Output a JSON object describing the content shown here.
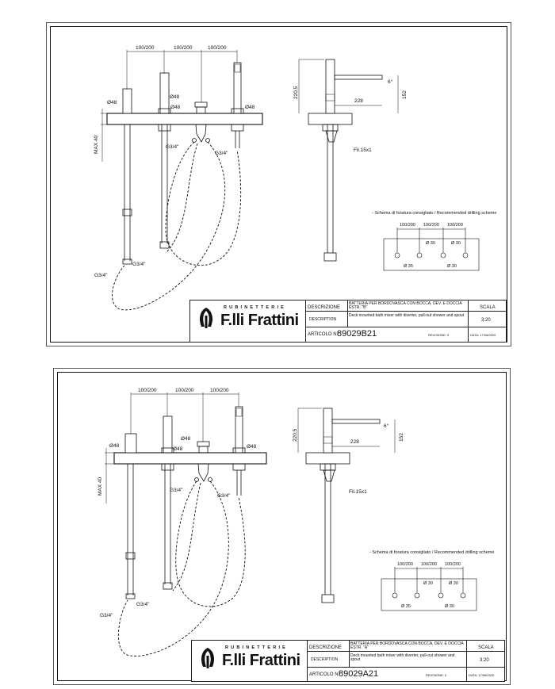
{
  "sheets": [
    {
      "dims": {
        "spacing_1": "100/200",
        "spacing_2": "100/200",
        "spacing_3": "100/200",
        "d48_a": "Ø48",
        "d48_b": "Ø48",
        "d48_c": "Ø48",
        "d48_d": "Ø48",
        "max40": "MAX 40",
        "g34_a": "G3/4\"",
        "g34_b": "G3/4\"",
        "g34_c": "G3/4\"",
        "g34_d": "G3/4\"",
        "h220": "220,5",
        "w228": "228",
        "h152": "152",
        "rot": "6°",
        "fil": "Fil.15x1"
      },
      "drilling": {
        "title": "- Schema di foratura consigliato / Recommended drilling scheme",
        "s1": "100/200",
        "s2": "100/200",
        "s3": "100/200",
        "d30a": "Ø 30",
        "d30b": "Ø 30",
        "d35": "Ø 35",
        "d30c": "Ø 30"
      },
      "title_block": {
        "brand_top": "RUBINETTERIE",
        "brand_main": "F.lli Frattini",
        "descrizione_label": "DESCRIZIONE",
        "descrizione_text": "BATTERIA PER BORDOVASCA CON BOCCA, DEV. E DOCCIA ESTR. \"B\"",
        "description_label": "DESCRIPTION",
        "description_text": "Deck mounted bath mixer with diverter, pull-out shower and spout",
        "scala_label": "SCALA",
        "scala_value": "3:20",
        "articolo_label": "ARTICOLO N°",
        "articolo_value": "89029B21",
        "revisione": "REVISIONE: 0",
        "data": "DATA: 17/06/2020"
      }
    },
    {
      "dims": {
        "spacing_1": "100/200",
        "spacing_2": "100/200",
        "spacing_3": "100/200",
        "d48_a": "Ø48",
        "d48_b": "Ø48",
        "d48_c": "Ø48",
        "d48_d": "Ø48",
        "max40": "MAX 40",
        "g34_a": "G3/4\"",
        "g34_b": "G3/4\"",
        "g34_c": "G3/4\"",
        "g34_d": "G3/4\"",
        "h220": "220,5",
        "w228": "228",
        "h152": "152",
        "rot": "6°",
        "fil": "Fil.15x1"
      },
      "drilling": {
        "title": "- Schema di foratura consigliato / Recommended drilling scheme",
        "s1": "100/200",
        "s2": "100/200",
        "s3": "100/200",
        "d30a": "Ø 30",
        "d30b": "Ø 30",
        "d35": "Ø 35",
        "d30c": "Ø 30"
      },
      "title_block": {
        "brand_top": "RUBINETTERIE",
        "brand_main": "F.lli Frattini",
        "descrizione_label": "DESCRIZIONE",
        "descrizione_text": "BATTERIA PER BORDOVASCA CON BOCCA, DEV. E DOCCIA ESTR. \"A\"",
        "description_label": "DESCRIPTION",
        "description_text": "Deck mounted bath mixer with diverter, pull-out shower and spout",
        "scala_label": "SCALA",
        "scala_value": "3:20",
        "articolo_label": "ARTICOLO N°",
        "articolo_value": "89029A21",
        "revisione": "REVISIONE: 0",
        "data": "DATA: 17/06/2020"
      }
    }
  ]
}
